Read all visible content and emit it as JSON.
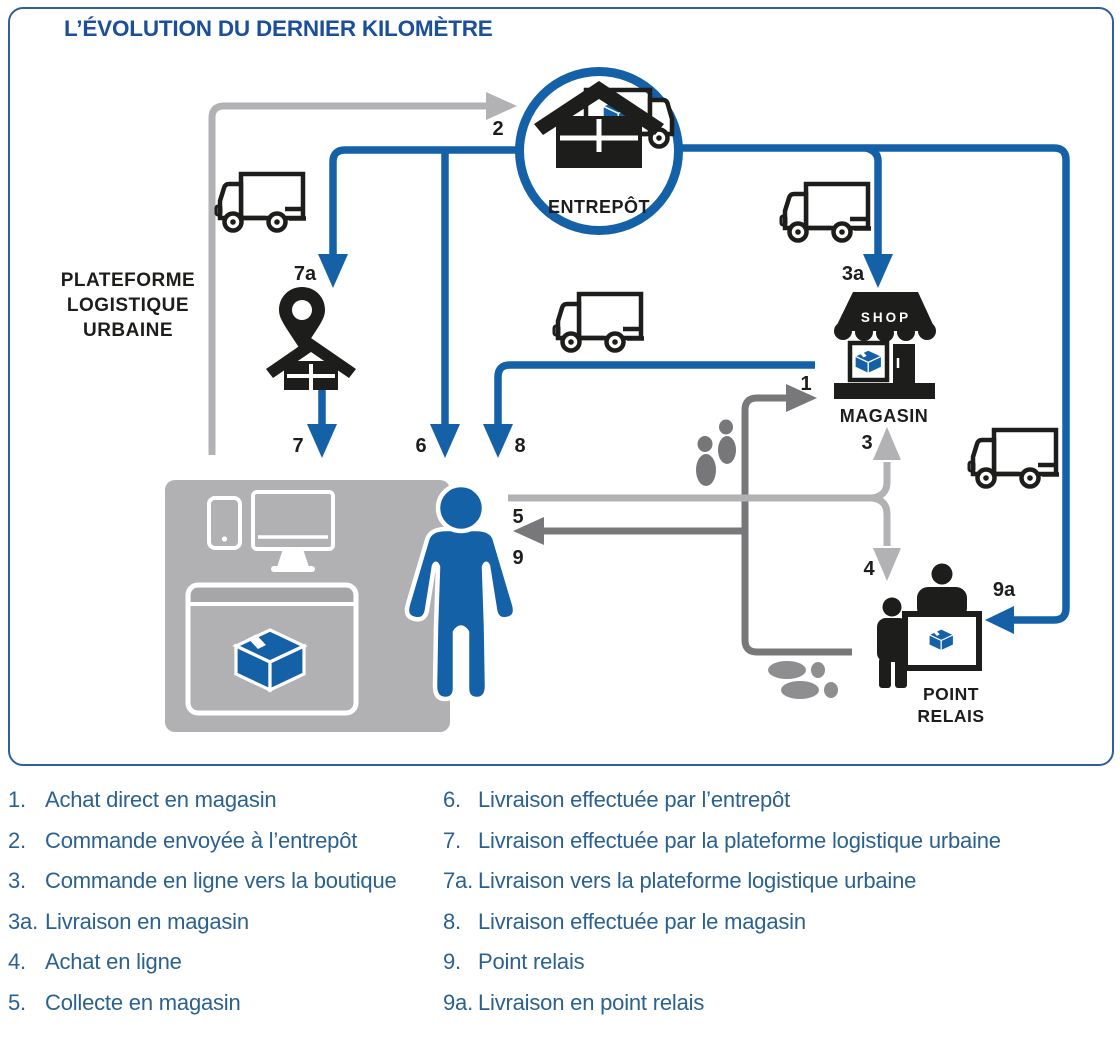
{
  "title": "L’ÉVOLUTION DU DERNIER KILOMÈTRE",
  "colors": {
    "accent_blue": "#1561a7",
    "title_navy": "#1b4f9c",
    "legend_blue": "#2b6191",
    "light_gray": "#b2b2b4",
    "dark_gray": "#78787b",
    "icon_black": "#1d1d1b"
  },
  "diagram": {
    "warehouse_label": "ENTREPÔT",
    "shop_sign": "SHOP",
    "store_label": "MAGASIN",
    "relay_label_line1": "POINT",
    "relay_label_line2": "RELAIS",
    "platform_label_line1": "PLATEFORME",
    "platform_label_line2": "LOGISTIQUE",
    "platform_label_line3": "URBAINE",
    "route_labels": {
      "n1": "1",
      "n2": "2",
      "n3": "3",
      "n3a": "3a",
      "n4": "4",
      "n5": "5",
      "n6": "6",
      "n7": "7",
      "n7a": "7a",
      "n8": "8",
      "n9": "9",
      "n9a": "9a"
    }
  },
  "legend": {
    "left": [
      {
        "num": "1.",
        "text": "Achat direct en magasin"
      },
      {
        "num": "2.",
        "text": "Commande envoyée à l’entrepôt"
      },
      {
        "num": "3.",
        "text": "Commande en ligne vers la boutique"
      },
      {
        "num": "3a.",
        "text": "Livraison en magasin"
      },
      {
        "num": "4.",
        "text": "Achat en ligne"
      },
      {
        "num": "5.",
        "text": "Collecte en magasin"
      }
    ],
    "right": [
      {
        "num": "6.",
        "text": "Livraison effectuée par l’entrepôt"
      },
      {
        "num": "7.",
        "text": "Livraison effectuée par la plateforme logistique urbaine"
      },
      {
        "num": "7a.",
        "text": "Livraison vers la plateforme logistique urbaine"
      },
      {
        "num": "8.",
        "text": "Livraison effectuée par le magasin"
      },
      {
        "num": "9.",
        "text": "Point relais"
      },
      {
        "num": "9a.",
        "text": "Livraison en point relais"
      }
    ]
  }
}
